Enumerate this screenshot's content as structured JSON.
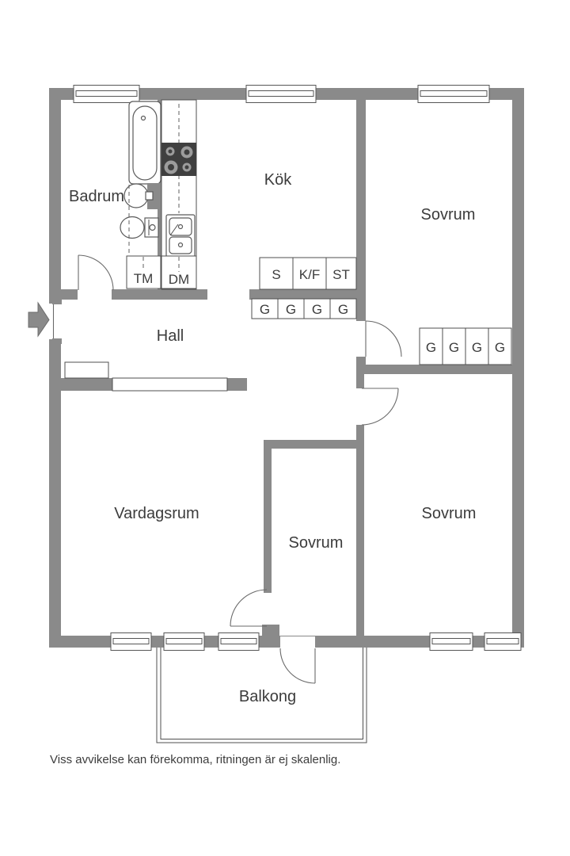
{
  "rooms": {
    "badrum": "Badrum",
    "kok": "Kök",
    "sovrum_top": "Sovrum",
    "hall": "Hall",
    "vardagsrum": "Vardagsrum",
    "sovrum_mid": "Sovrum",
    "sovrum_right": "Sovrum",
    "balkong": "Balkong"
  },
  "fixtures": {
    "tm": "TM",
    "dm": "DM",
    "s": "S",
    "kf": "K/F",
    "st": "ST",
    "g": "G"
  },
  "caption": "Viss avvikelse kan förekomma, ritningen är ej skalenlig.",
  "colors": {
    "wall": "#8a8a8a",
    "line": "#4f4f4f",
    "text": "#3c3c3c",
    "stove": "#3f3f3f",
    "burner": "#9c9c9c",
    "bg": "#ffffff"
  }
}
